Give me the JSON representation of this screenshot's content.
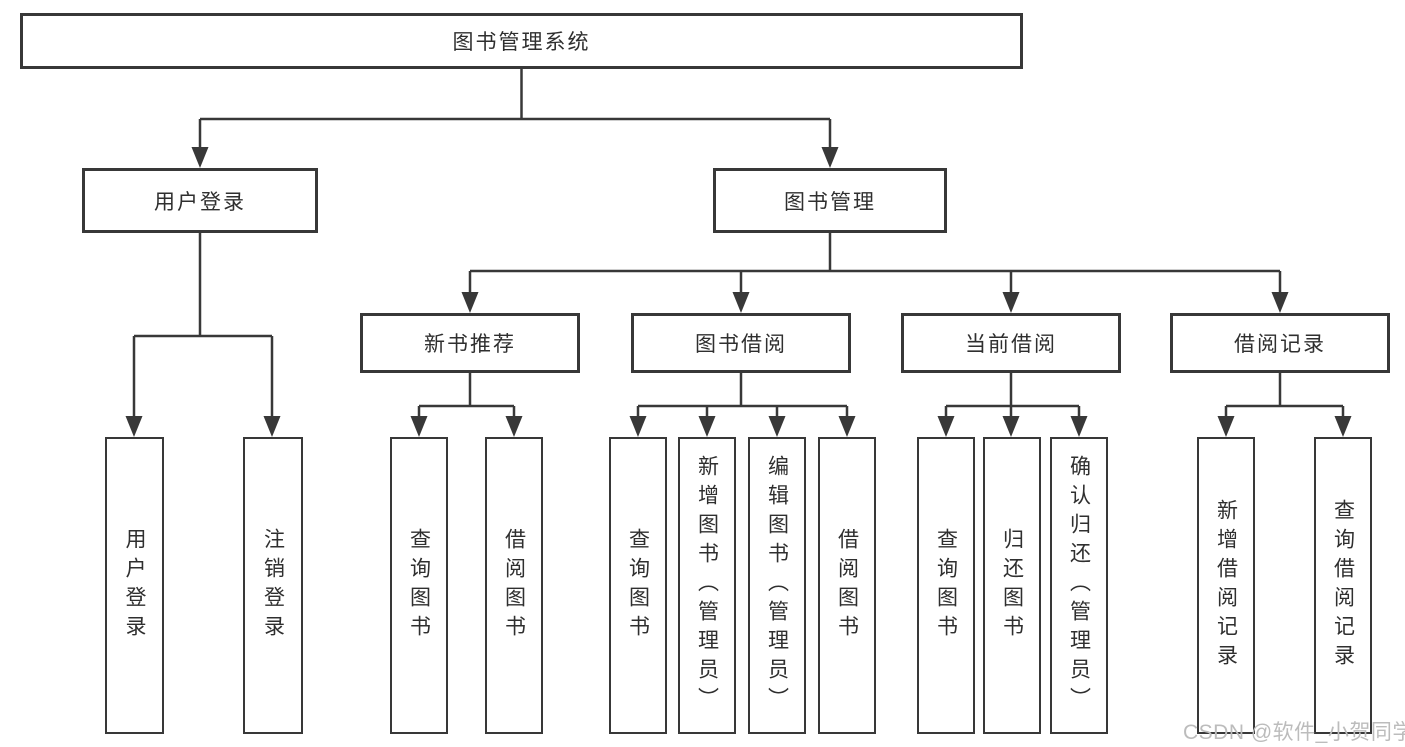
{
  "diagram_title": "图书管理系统",
  "nodes": {
    "root": {
      "label": "图书管理系统"
    },
    "level1": [
      {
        "label": "用户登录"
      },
      {
        "label": "图书管理"
      }
    ],
    "level2": [
      {
        "label": "新书推荐"
      },
      {
        "label": "图书借阅"
      },
      {
        "label": "当前借阅"
      },
      {
        "label": "借阅记录"
      }
    ],
    "leaves": {
      "user_login": [
        {
          "label": "用户登录"
        },
        {
          "label": "注销登录"
        }
      ],
      "new_books": [
        {
          "label": "查询图书"
        },
        {
          "label": "借阅图书"
        }
      ],
      "book_borrow": [
        {
          "label": "查询图书"
        },
        {
          "label": "新增图书（管理员）"
        },
        {
          "label": "编辑图书（管理员）"
        },
        {
          "label": "借阅图书"
        }
      ],
      "current_borrow": [
        {
          "label": "查询图书"
        },
        {
          "label": "归还图书"
        },
        {
          "label": "确认归还（管理员）"
        }
      ],
      "borrow_records": [
        {
          "label": "新增借阅记录"
        },
        {
          "label": "查询借阅记录"
        }
      ]
    }
  },
  "watermark": "CSDN @软件_小贺同学",
  "colors": {
    "line": "#383838",
    "box_border": "#383838",
    "box_fill": "#ffffff",
    "text": "#2f2f2f",
    "watermark": "#bcbcbc",
    "background": "#ffffff"
  }
}
